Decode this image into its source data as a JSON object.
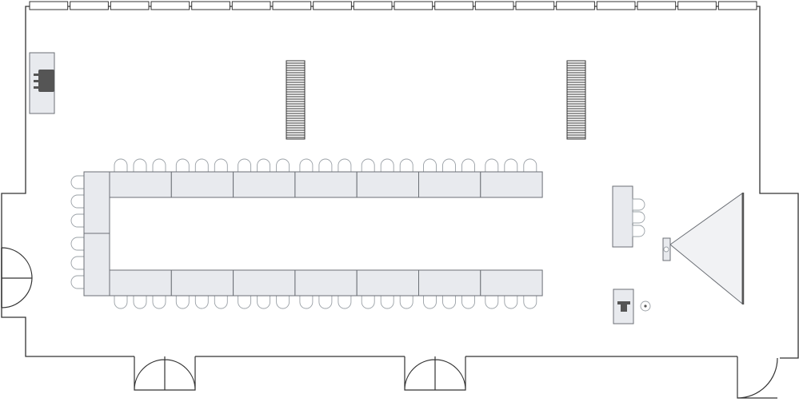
{
  "diagram": {
    "type": "floor-plan",
    "layout": "u-shape-conference",
    "top_windows": 18,
    "side_panel_sections": 2,
    "top_row_tables": 7,
    "bottom_row_tables": 7,
    "chairs_per_table": 3,
    "side_chairs": 6,
    "vents": 2,
    "doors": 4,
    "head_table_chairs": 3,
    "colors": {
      "wall": "#333333",
      "table_fill": "#e8eaee",
      "table_stroke": "#6b6f75",
      "chair_stroke": "#9aa0a6"
    }
  }
}
